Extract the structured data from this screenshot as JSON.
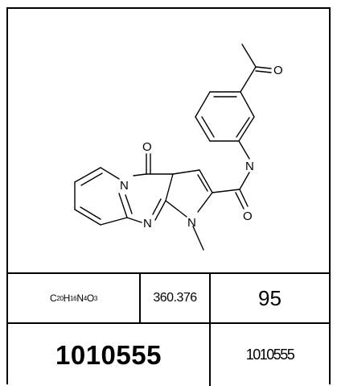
{
  "molecule": {
    "atom_labels": {
      "o_ketone": "O",
      "n_ring": "N",
      "o_carbonyl": "O",
      "n_pyrimidine": "N",
      "n_pyrrole": "N",
      "n_amide": "N",
      "o_amide": "O"
    }
  },
  "properties": {
    "formula": {
      "parts": [
        {
          "text": "C",
          "sub": "20"
        },
        {
          "text": "H",
          "sub": "16"
        },
        {
          "text": "N",
          "sub": "4"
        },
        {
          "text": "O",
          "sub": "3"
        }
      ]
    },
    "molecular_weight": "360.376",
    "count": "95",
    "compound_id": "1010555",
    "compound_id_small": "1010555"
  }
}
